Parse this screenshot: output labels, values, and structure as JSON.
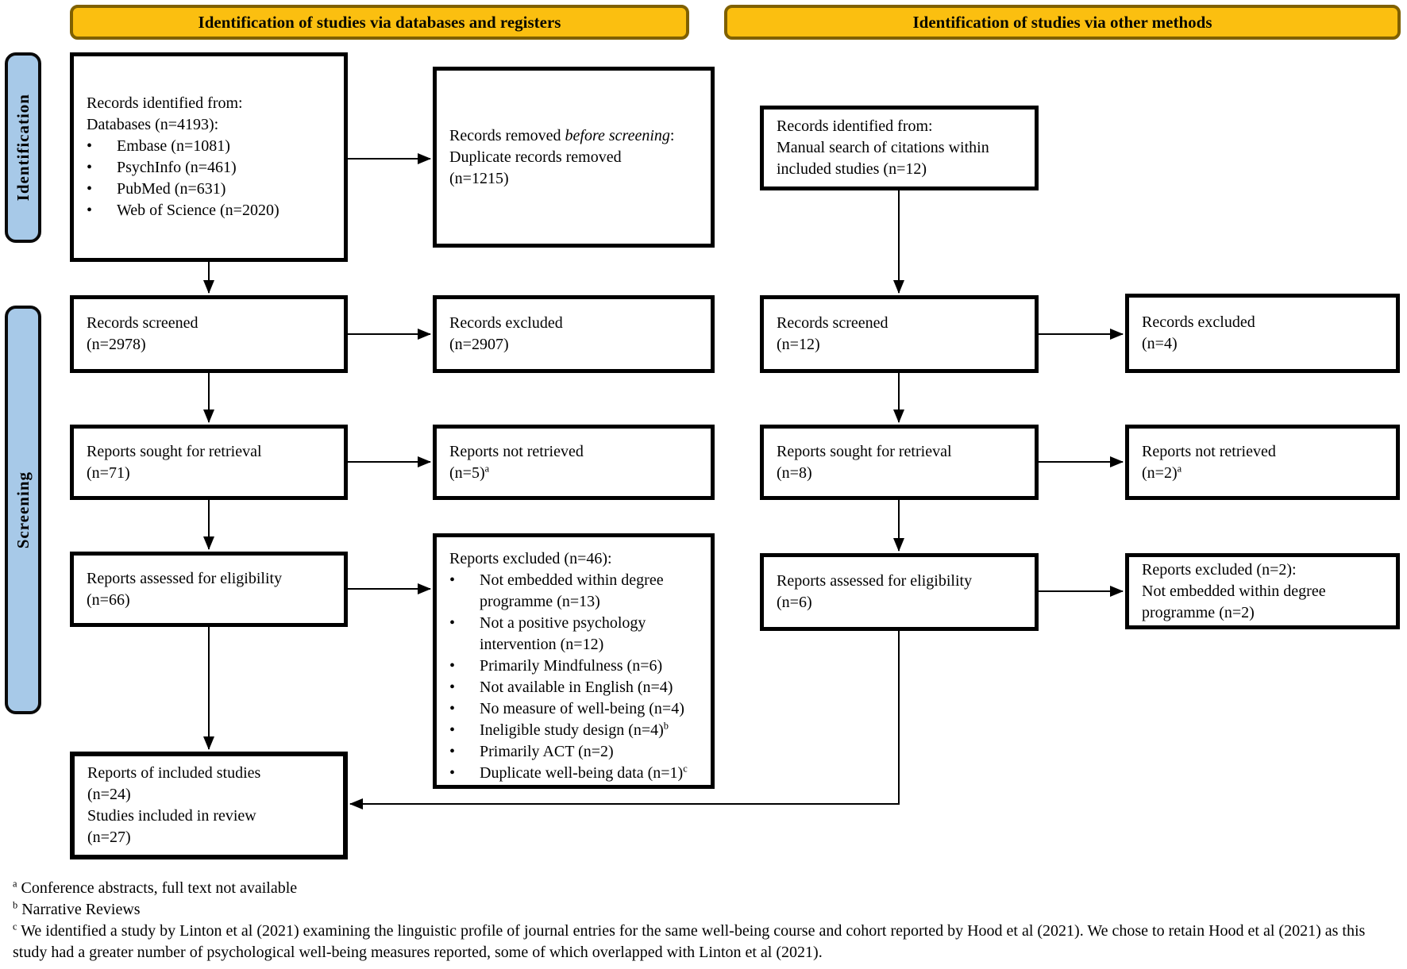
{
  "colors": {
    "banner_fill": "#FBBF10",
    "banner_border": "#7F6000",
    "sidebar_fill": "#A7C9E8",
    "box_border": "#000000"
  },
  "banners": {
    "left": "Identification of studies via databases and registers",
    "right": "Identification of studies via other methods"
  },
  "sidebar": {
    "identification": "Identification",
    "screening": "Screening"
  },
  "boxes": {
    "records_identified_db": {
      "line1": "Records identified from:",
      "line2": "Databases (n=4193):",
      "bullets": [
        "Embase (n=1081)",
        "PsychInfo (n=461)",
        "PubMed (n=631)",
        "Web of Science (n=2020)"
      ]
    },
    "records_removed": {
      "line1": "Records removed *before screening*:",
      "line2": "Duplicate records removed",
      "line3": "(n=1215)"
    },
    "records_identified_manual": {
      "line1": "Records identified from:",
      "line2": "Manual search of citations within",
      "line3": "included studies (n=12)"
    },
    "records_screened_db": {
      "line1": "Records screened",
      "line2": "(n=2978)"
    },
    "records_excluded_db": {
      "line1": "Records excluded",
      "line2": "(n=2907)"
    },
    "records_screened_other": {
      "line1": "Records screened",
      "line2": "(n=12)"
    },
    "records_excluded_other": {
      "line1": "Records excluded",
      "line2": "(n=4)"
    },
    "reports_sought_db": {
      "line1": "Reports sought for retrieval",
      "line2": "(n=71)"
    },
    "reports_not_retrieved_db": {
      "line1": "Reports not retrieved",
      "line2": "(n=5)^a"
    },
    "reports_sought_other": {
      "line1": "Reports sought for retrieval",
      "line2": "(n=8)"
    },
    "reports_not_retrieved_other": {
      "line1": "Reports not retrieved",
      "line2": "(n=2)^a"
    },
    "reports_assessed_db": {
      "line1": "Reports assessed for eligibility",
      "line2": "(n=66)"
    },
    "reports_excluded_db": {
      "title": "Reports excluded (n=46):",
      "bullets": [
        "Not embedded within degree programme (n=13)",
        "Not a positive psychology intervention (n=12)",
        "Primarily Mindfulness (n=6)",
        "Not available in English (n=4)",
        "No measure of well-being (n=4)",
        "Ineligible study design (n=4)^b",
        "Primarily ACT (n=2)",
        "Duplicate well-being data (n=1)^c"
      ]
    },
    "reports_assessed_other": {
      "line1": "Reports assessed for eligibility",
      "line2": "(n=6)"
    },
    "reports_excluded_other": {
      "line1": "Reports excluded (n=2):",
      "line2": "Not embedded within degree",
      "line3": "programme (n=2)"
    },
    "included": {
      "line1": "Reports of included studies",
      "line2": "(n=24)",
      "line3": "Studies included in review",
      "line4": "(n=27)"
    }
  },
  "footnotes": [
    "^a Conference abstracts, full text not available",
    "^b Narrative Reviews",
    "^c We identified a study by Linton et al (2021) examining the linguistic profile of journal entries for the same well-being course and cohort reported by Hood et al (2021). We chose to retain Hood et al (2021) as this study had a greater number of psychological well-being measures reported, some of which overlapped with Linton et al (2021)."
  ]
}
